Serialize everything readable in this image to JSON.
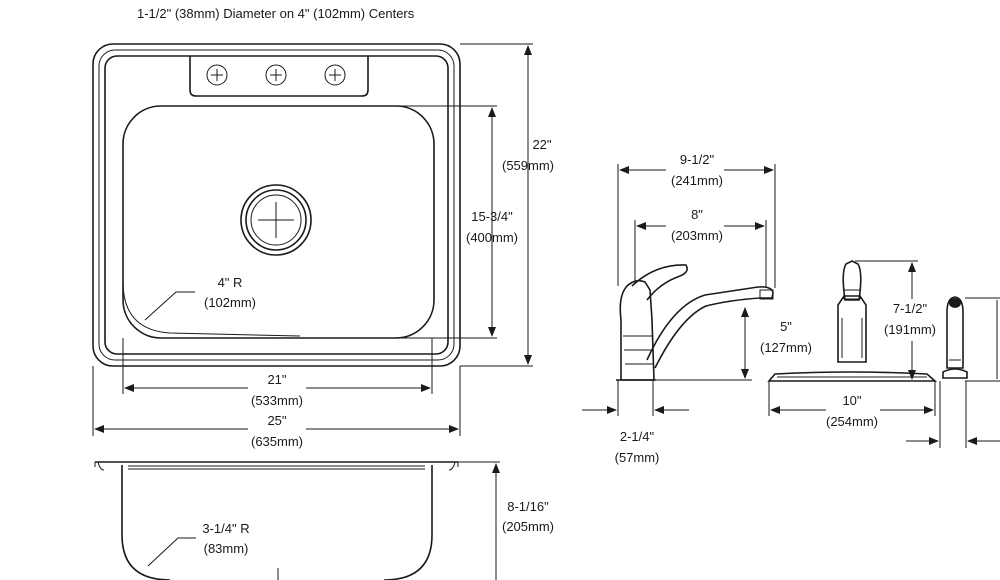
{
  "note": "1-1/2\" (38mm) Diameter on 4\" (102mm) Centers",
  "sink_top": {
    "height": {
      "imperial": "22\"",
      "metric": "(559mm)"
    },
    "bowl_length": {
      "imperial": "15-3/4\"",
      "metric": "(400mm)"
    },
    "bowl_width": {
      "imperial": "21\"",
      "metric": "(533mm)"
    },
    "overall_width": {
      "imperial": "25\"",
      "metric": "(635mm)"
    },
    "corner_radius": {
      "imperial": "4\" R",
      "metric": "(102mm)"
    }
  },
  "sink_side": {
    "depth": {
      "imperial": "8-1/16\"",
      "metric": "(205mm)"
    },
    "bottom_radius": {
      "imperial": "3-1/4\" R",
      "metric": "(83mm)"
    }
  },
  "faucet_side": {
    "reach": {
      "imperial": "9-1/2\"",
      "metric": "(241mm)"
    },
    "spout_reach": {
      "imperial": "8\"",
      "metric": "(203mm)"
    },
    "spout_height": {
      "imperial": "5\"",
      "metric": "(127mm)"
    },
    "base_depth": {
      "imperial": "2-1/4\"",
      "metric": "(57mm)"
    }
  },
  "faucet_front": {
    "height": {
      "imperial": "7-1/2\"",
      "metric": "(191mm)"
    },
    "base_width": {
      "imperial": "10\"",
      "metric": "(254mm)"
    }
  },
  "colors": {
    "line": "#1a1a1a",
    "background": "#ffffff"
  }
}
